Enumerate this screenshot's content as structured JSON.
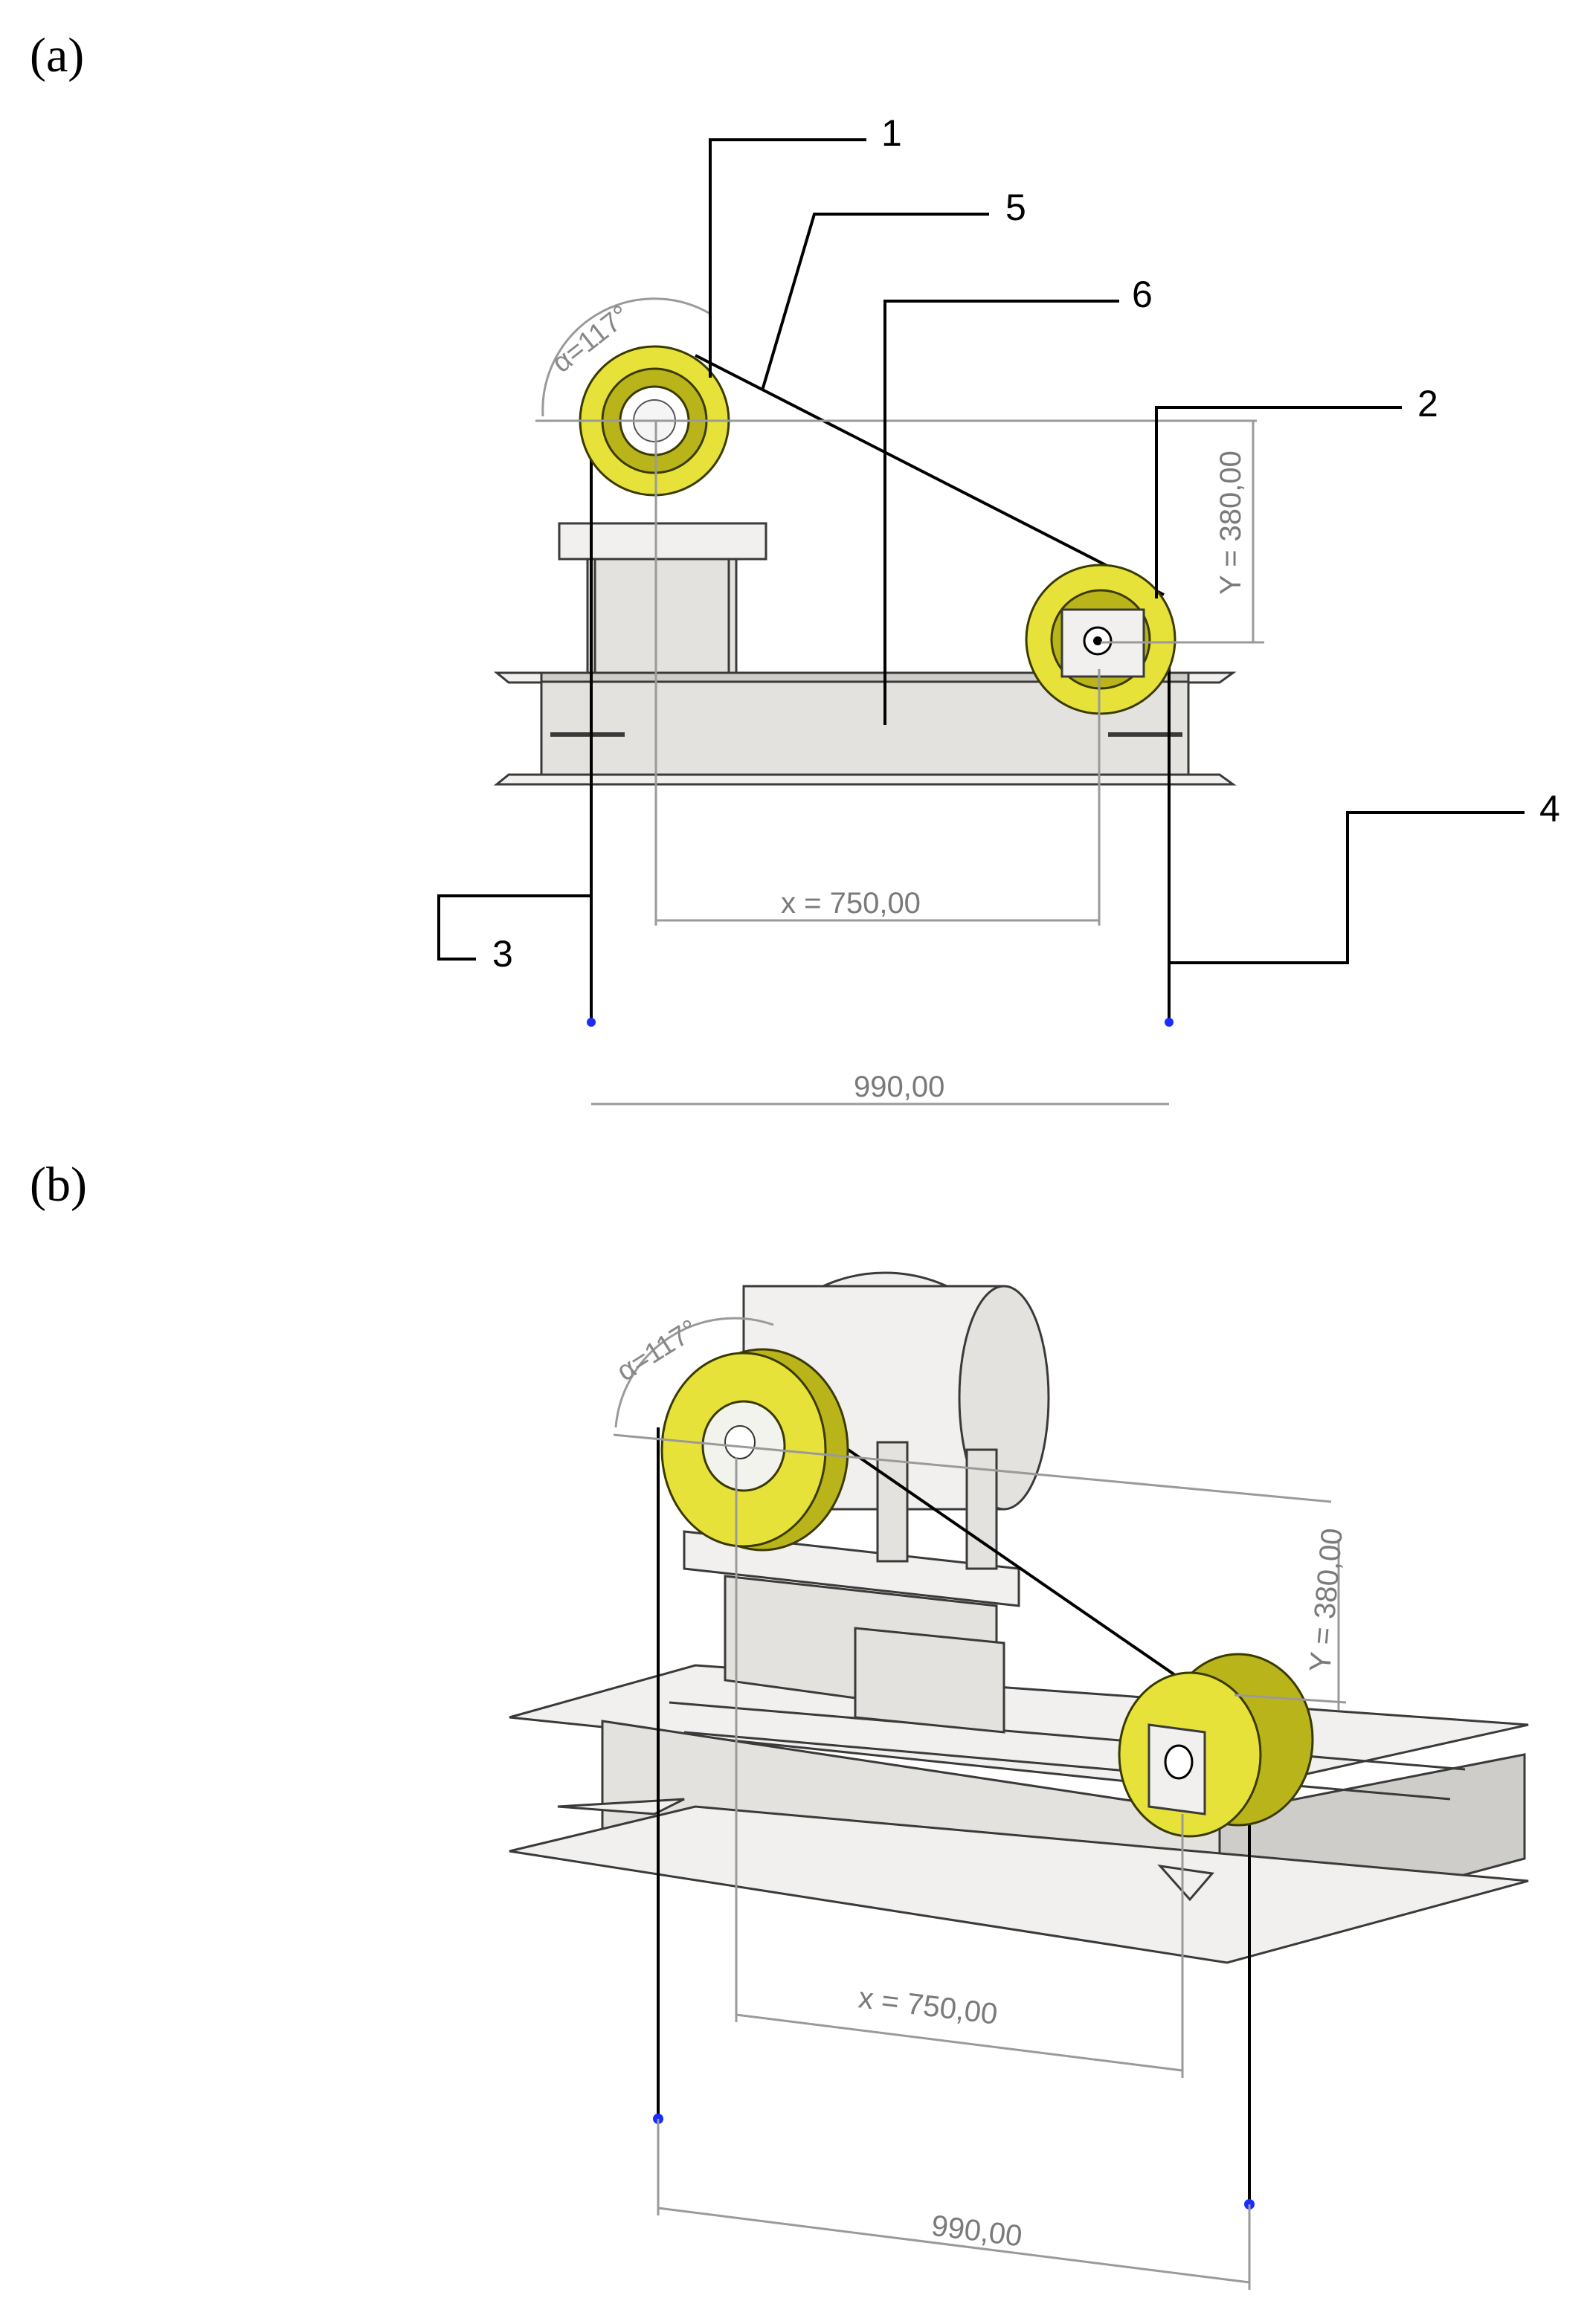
{
  "panel_a": {
    "label": "(a)",
    "callouts": {
      "c1": "1",
      "c2": "2",
      "c3": "3",
      "c4": "4",
      "c5": "5",
      "c6": "6"
    },
    "angle_label": "α=117°",
    "dim_y": "Y = 380,00",
    "dim_x": "x = 750,00",
    "dim_total": "990,00"
  },
  "panel_b": {
    "label": "(b)",
    "angle_label": "α=117°",
    "dim_y": "Y = 380,00",
    "dim_x": "x = 750,00",
    "dim_total": "990,00"
  },
  "colors": {
    "pulley_yellow": "#e6e23a",
    "frame_grey": "#e4e2df",
    "rope_black": "#000000",
    "dimension_grey": "#9a9a9a",
    "rope_end_blue": "#1b2cff"
  }
}
